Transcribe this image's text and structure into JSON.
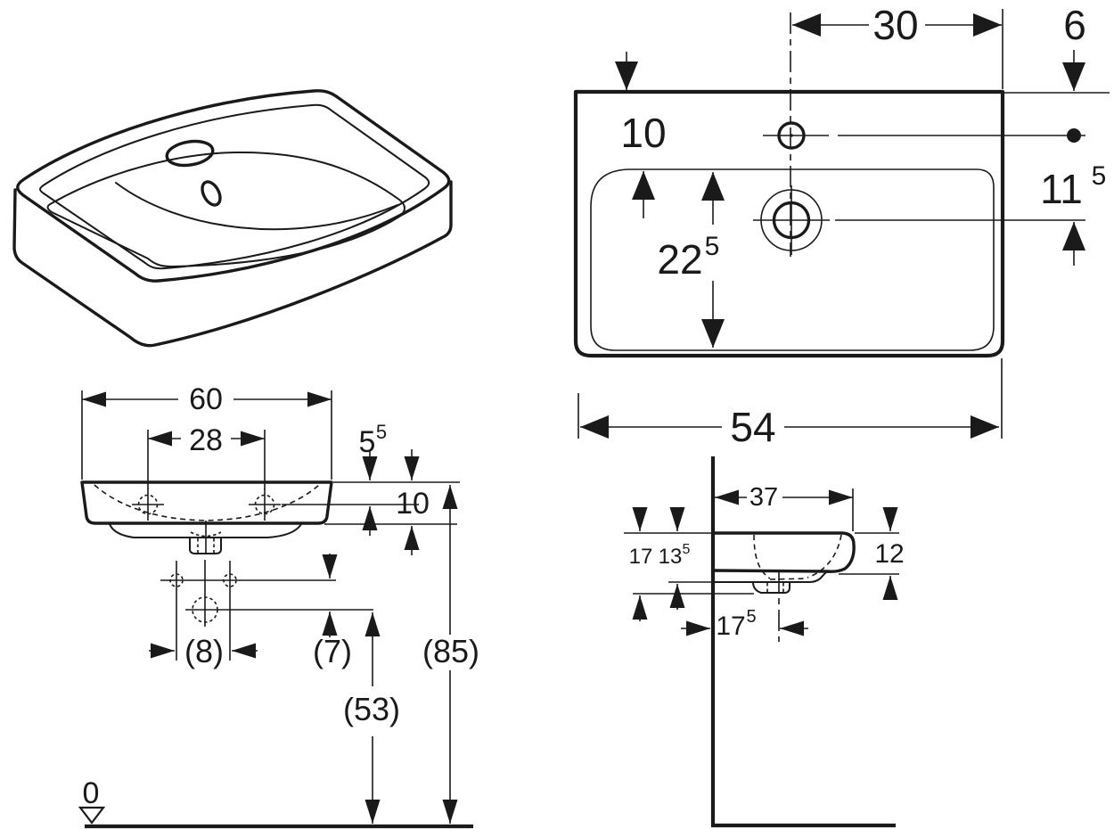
{
  "colors": {
    "ink": "#1a1a1a",
    "background": "#ffffff"
  },
  "views": {
    "top": {
      "tap_to_edge": "30",
      "edge_to_tap_line": "6",
      "rim_to_bowl": "10",
      "tap_to_drain": {
        "base": "11",
        "sup": "5"
      },
      "bowl_length": {
        "base": "22",
        "sup": "5"
      },
      "overall_width": "54"
    },
    "front": {
      "overall_width": "60",
      "hole_spacing": "28",
      "rim_to_holes": {
        "base": "5",
        "sup": "5"
      },
      "rim_to_underside": "10",
      "lower_hole_spacing": "(8)",
      "holes_to_trap": "(7)",
      "trap_height": "(53)",
      "rim_height": "(85)",
      "datum_label": "0"
    },
    "side": {
      "overall_depth": "37",
      "rim_to_trap_bottom": "17",
      "rim_to_apron": {
        "base": "13",
        "sup": "5"
      },
      "front_edge_height": "12",
      "wall_to_trap": {
        "base": "17",
        "sup": "5"
      }
    }
  }
}
